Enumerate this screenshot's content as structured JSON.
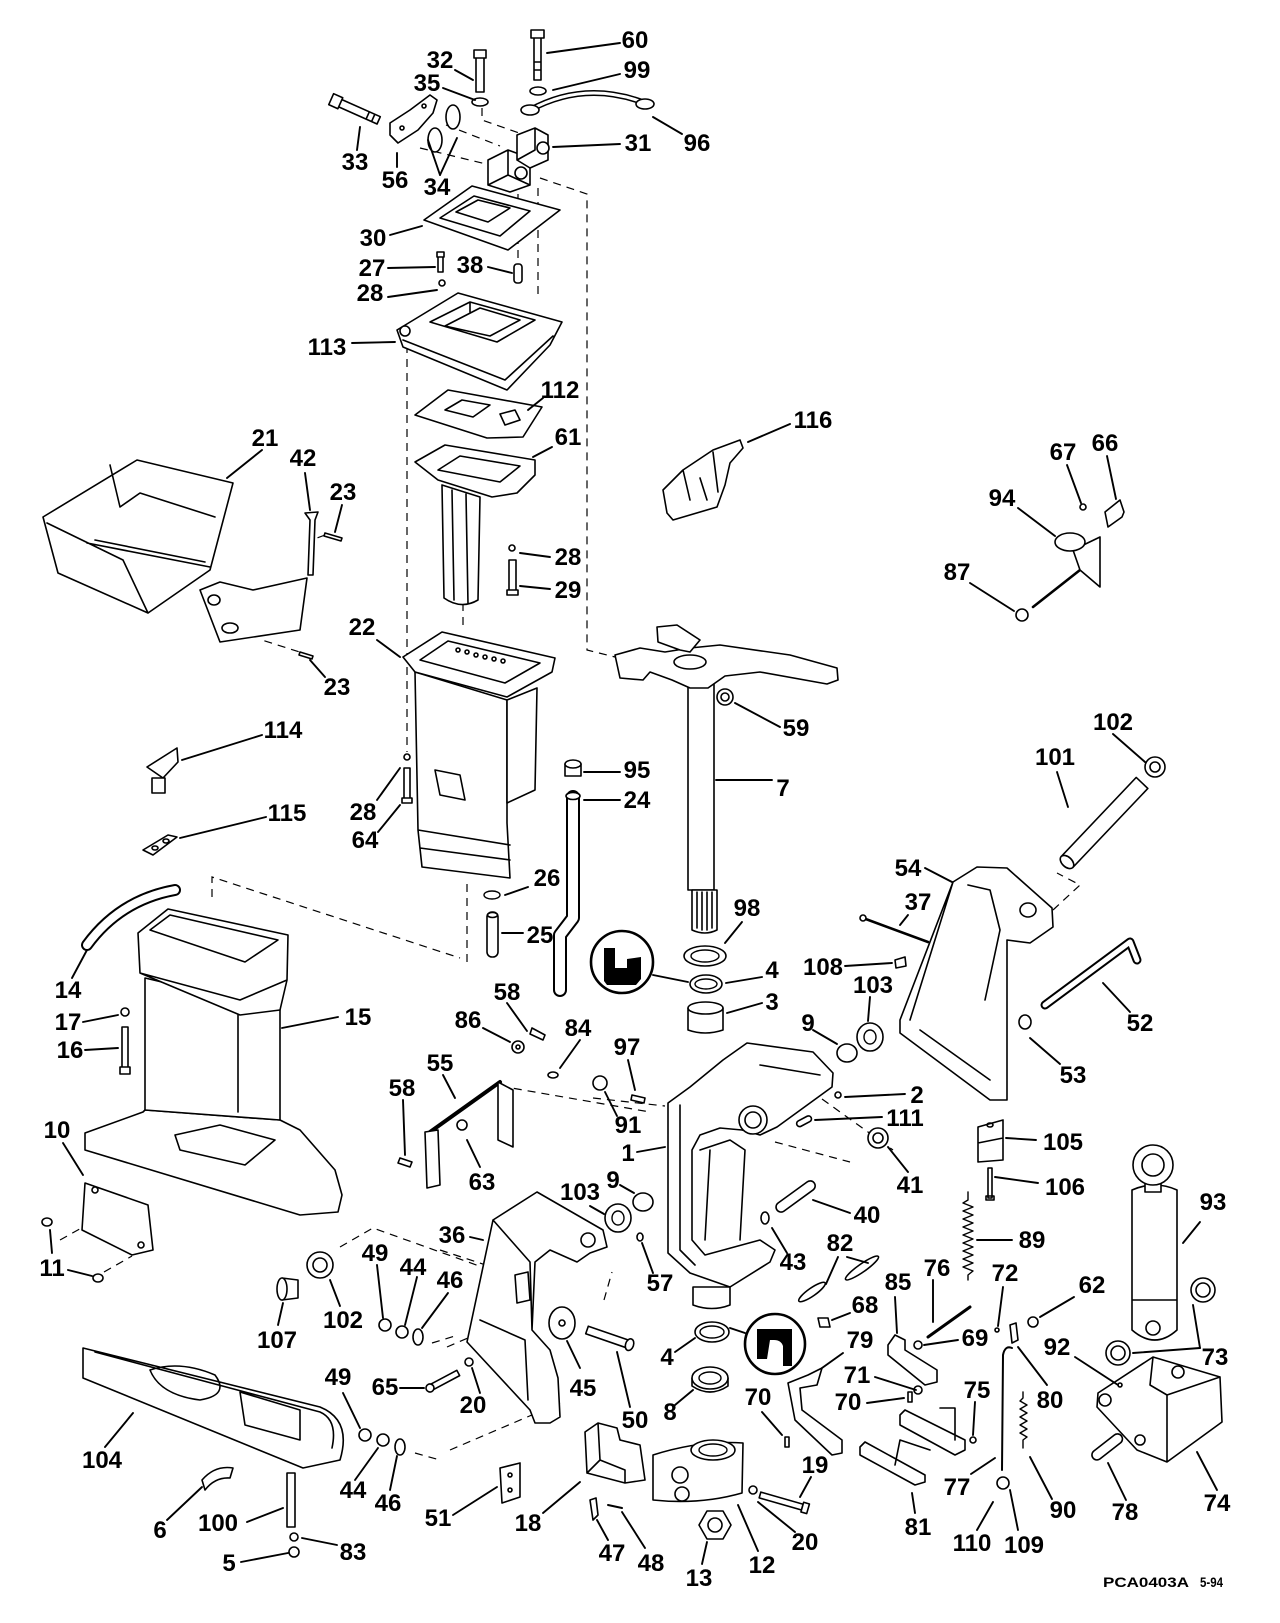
{
  "colors": {
    "ink": "#000000",
    "paper": "#ffffff"
  },
  "callouts": [
    "32",
    "60",
    "35",
    "99",
    "96",
    "33",
    "56",
    "34",
    "31",
    "30",
    "27",
    "38",
    "28",
    "113",
    "112",
    "116",
    "21",
    "61",
    "67",
    "66",
    "42",
    "94",
    "23",
    "28",
    "87",
    "29",
    "22",
    "23",
    "59",
    "102",
    "114",
    "101",
    "95",
    "7",
    "24",
    "28",
    "115",
    "64",
    "54",
    "26",
    "37",
    "98",
    "25",
    "14",
    "4",
    "108",
    "103",
    "58",
    "3",
    "17",
    "15",
    "86",
    "9",
    "52",
    "84",
    "97",
    "16",
    "55",
    "53",
    "58",
    "2",
    "91",
    "111",
    "10",
    "1",
    "105",
    "41",
    "63",
    "103",
    "9",
    "106",
    "40",
    "36",
    "93",
    "89",
    "82",
    "43",
    "49",
    "44",
    "46",
    "11",
    "57",
    "85",
    "76",
    "72",
    "62",
    "68",
    "107",
    "102",
    "69",
    "79",
    "92",
    "73",
    "4",
    "71",
    "49",
    "65",
    "45",
    "75",
    "80",
    "70",
    "20",
    "70",
    "8",
    "50",
    "104",
    "19",
    "77",
    "44",
    "46",
    "74",
    "90",
    "78",
    "51",
    "18",
    "81",
    "6",
    "100",
    "20",
    "110",
    "109",
    "47",
    "83",
    "5",
    "12",
    "13",
    "48"
  ],
  "lube_symbols": [
    {
      "icon": "lubricant-symbol-grease-icon"
    },
    {
      "icon": "lubricant-symbol-sealant-icon"
    }
  ],
  "caption": {
    "figure_code": "PCA0403A",
    "date_code": "5-94"
  }
}
